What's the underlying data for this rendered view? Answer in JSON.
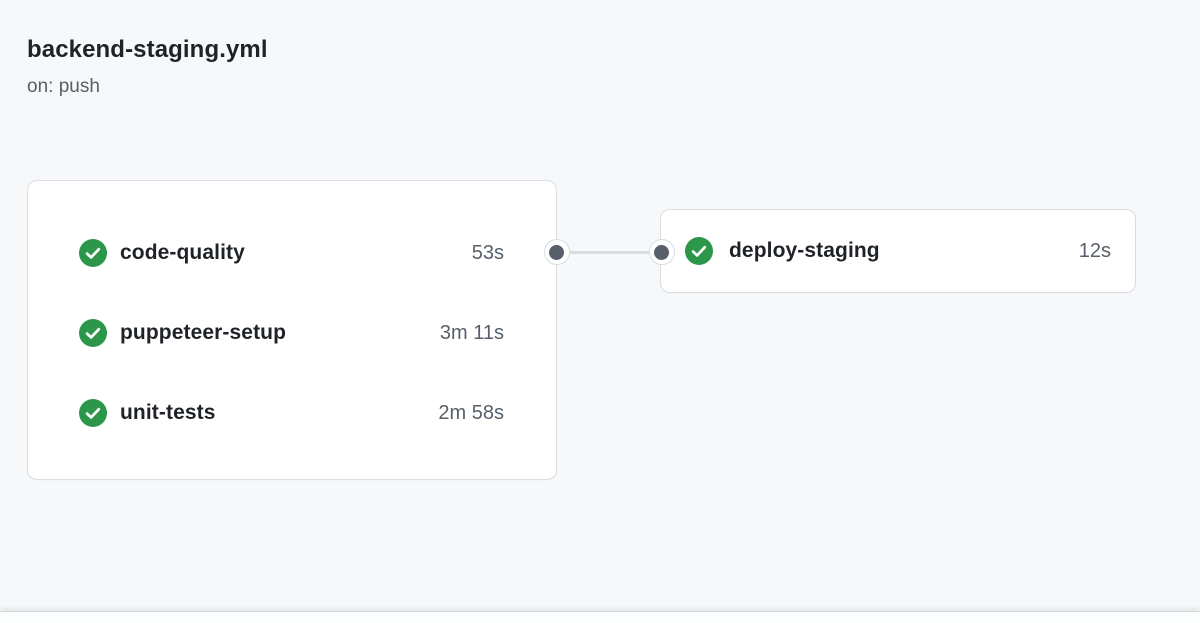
{
  "header": {
    "title": "backend-staging.yml",
    "trigger": "on: push"
  },
  "workflow_graph": {
    "groups": [
      {
        "jobs": [
          {
            "name": "code-quality",
            "duration": "53s",
            "status": "success",
            "icon": "check-circle-icon"
          },
          {
            "name": "puppeteer-setup",
            "duration": "3m 11s",
            "status": "success",
            "icon": "check-circle-icon"
          },
          {
            "name": "unit-tests",
            "duration": "2m 58s",
            "status": "success",
            "icon": "check-circle-icon"
          }
        ]
      },
      {
        "jobs": [
          {
            "name": "deploy-staging",
            "duration": "12s",
            "status": "success",
            "icon": "check-circle-icon"
          }
        ]
      }
    ]
  },
  "colors": {
    "page_background": "#f6f8fa",
    "card_background": "#ffffff",
    "card_border": "#d8dee4",
    "success_green": "#2c974b",
    "connector_line": "#d8dee4",
    "connector_dot": "#57606a",
    "text_primary": "#1f2328",
    "text_secondary": "#57606a"
  }
}
